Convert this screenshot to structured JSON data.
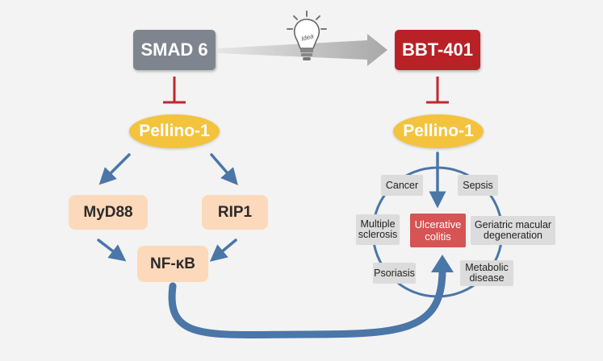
{
  "nodes": {
    "smad6": "SMAD 6",
    "bbt401": "BBT-401",
    "pellino_left": "Pellino-1",
    "pellino_right": "Pellino-1",
    "myd88": "MyD88",
    "rip1": "RIP1",
    "nfkb": "NF-κB"
  },
  "idea_label": "Idea",
  "diseases": {
    "cancer": "Cancer",
    "sepsis": "Sepsis",
    "multiple_sclerosis": "Multiple sclerosis",
    "ulcerative_colitis": "Ulcerative colitis",
    "geriatric_macular_degeneration": "Geriatric macular degeneration",
    "psoriasis": "Psoriasis",
    "metabolic_disease": "Metabolic disease"
  },
  "colors": {
    "smad_box": "#7e858f",
    "bbt_box": "#b92127",
    "pellino": "#f3c33e",
    "signaling_box": "#fcd9bb",
    "arrow": "#4a76a8",
    "inhibit": "#c0272d",
    "disease_box": "#dcdcdc",
    "highlight_disease": "#d65454"
  }
}
